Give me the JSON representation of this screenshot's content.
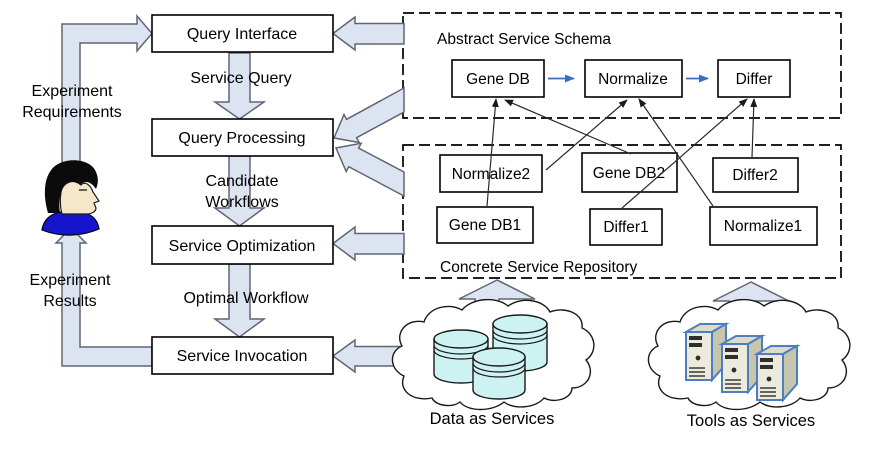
{
  "pipeline": {
    "query_interface": "Query Interface",
    "service_query": "Service Query",
    "query_processing": "Query Processing",
    "candidate_line1": "Candidate",
    "candidate_line2": "Workflows",
    "service_optimization": "Service Optimization",
    "optimal_workflow": "Optimal Workflow",
    "service_invocation": "Service Invocation"
  },
  "user_flows": {
    "requirements_line1": "Experiment",
    "requirements_line2": "Requirements",
    "results_line1": "Experiment",
    "results_line2": "Results"
  },
  "abstract_schema": {
    "title": "Abstract Service Schema",
    "gene_db": "Gene DB",
    "normalize": "Normalize",
    "differ": "Differ",
    "flow": [
      "Gene DB",
      "Normalize",
      "Differ"
    ]
  },
  "concrete_repository": {
    "title": "Concrete Service Repository",
    "normalize2": "Normalize2",
    "gene_db2": "Gene DB2",
    "differ2": "Differ2",
    "gene_db1": "Gene DB1",
    "differ1": "Differ1",
    "normalize1": "Normalize1"
  },
  "mappings": [
    {
      "from": "Gene DB1",
      "to": "Gene DB"
    },
    {
      "from": "Gene DB2",
      "to": "Gene DB"
    },
    {
      "from": "Normalize2",
      "to": "Normalize"
    },
    {
      "from": "Normalize1",
      "to": "Normalize"
    },
    {
      "from": "Differ1",
      "to": "Differ"
    },
    {
      "from": "Differ2",
      "to": "Differ"
    }
  ],
  "clouds": {
    "data_label": "Data as Services",
    "tools_label": "Tools as Services"
  },
  "colors": {
    "block_arrow_fill": "#dce4f2",
    "block_arrow_stroke": "#5f6672",
    "schema_flow_blue": "#3b6cc0",
    "db_cylinder_fill": "#ccf2f2",
    "server_outline_blue": "#4d7ebf",
    "server_front_fill": "#eceadb",
    "shirt_blue": "#1515cd",
    "skin": "#f6e7cb"
  }
}
